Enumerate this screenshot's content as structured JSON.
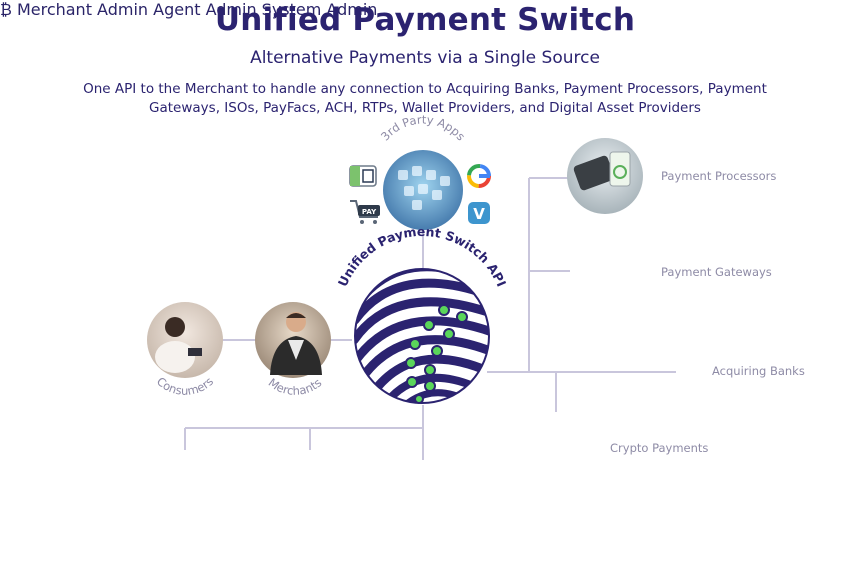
{
  "header": {
    "title": "Unified Payment Switch",
    "subtitle": "Alternative Payments via a Single Source",
    "description": "One API to the Merchant to handle any connection to Acquiring Banks, Payment Processors, Payment Gateways, ISOs, PayFacs, ACH, RTPs, Wallet Providers, and Digital Asset Providers"
  },
  "hub": {
    "label": "Unified Payment Switch API",
    "color_dark": "#2b2370",
    "color_dot": "#5ad65a"
  },
  "third_party": {
    "label": "3rd Party Apps",
    "icons": [
      "wallet-icon",
      "google-icon",
      "apple-pay-cart-icon",
      "venmo-icon"
    ],
    "apple_pay_text": "PAY",
    "venmo_text": "V"
  },
  "left_nodes": {
    "consumers": "Consumers",
    "merchants": "Merchants"
  },
  "right_nodes": {
    "payment_processors": "Payment Processors",
    "payment_gateways": "Payment Gateways",
    "acquiring_banks": "Acquiring Banks",
    "crypto_payments": "Crypto Payments"
  },
  "bottom_nodes": {
    "merchant_admin": "Merchant Admin",
    "agent_admin": "Agent Admin",
    "system_admin": "System Admin"
  },
  "colors": {
    "line": "#c9c6dc",
    "label": "#8e8ba6",
    "title": "#2b2370"
  }
}
